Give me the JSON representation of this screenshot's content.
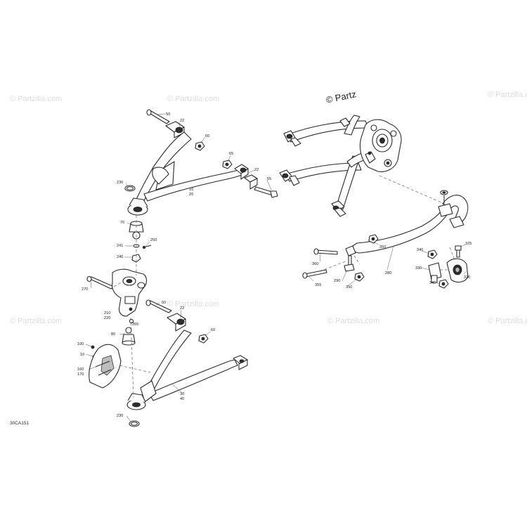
{
  "watermark": {
    "text": "© Partzilla.com"
  },
  "copyright": "© Partz",
  "diagram_code": "30CA151",
  "callouts": {
    "c50a": "50",
    "c22a": "22",
    "c60a": "60",
    "c65": "65",
    "c22b": "22",
    "c55": "55",
    "c230a": "230",
    "c10a": "10",
    "c20": "20",
    "c70": "70",
    "c250": "250",
    "c241": "241",
    "c240": "240",
    "c270": "270",
    "c210": "210",
    "c220": "220",
    "c265": "265",
    "c50b": "50",
    "c22c": "22",
    "c80": "80",
    "c60b": "60",
    "c100": "100",
    "c10b": "10",
    "c160": "160",
    "c170": "170",
    "c30": "30",
    "c40": "40",
    "c230b": "230",
    "c350a": "350",
    "c325": "325",
    "c360": "360",
    "c340": "340",
    "c280": "280",
    "c330": "330",
    "c320": "320",
    "c290": "290",
    "c355": "355",
    "c350b": "350",
    "c345": "345"
  }
}
